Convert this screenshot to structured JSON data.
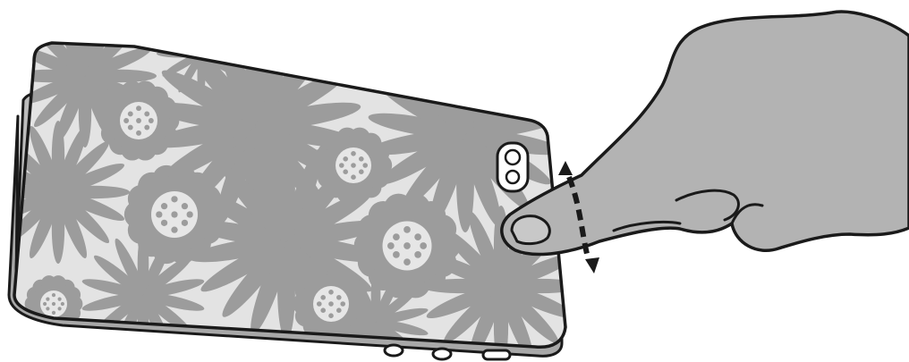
{
  "illustration": {
    "subject": "",
    "colors": {
      "outline": "#1a1a1a",
      "phone_body": "#bdbdbd",
      "phone_edge": "#9a9a9a",
      "phone_side": "#a8a8a8",
      "skin_background": "#e3e3e3",
      "pattern": "#9c9c9c",
      "pattern_center": "#e6e6e6",
      "hand": "#b3b3b3",
      "nail": "#c8c8c8"
    },
    "icons": [
      "phone-body",
      "phone-skin",
      "camera-lens",
      "flash-icon",
      "hand",
      "finger-indicator-arrow",
      "side-ports"
    ]
  }
}
